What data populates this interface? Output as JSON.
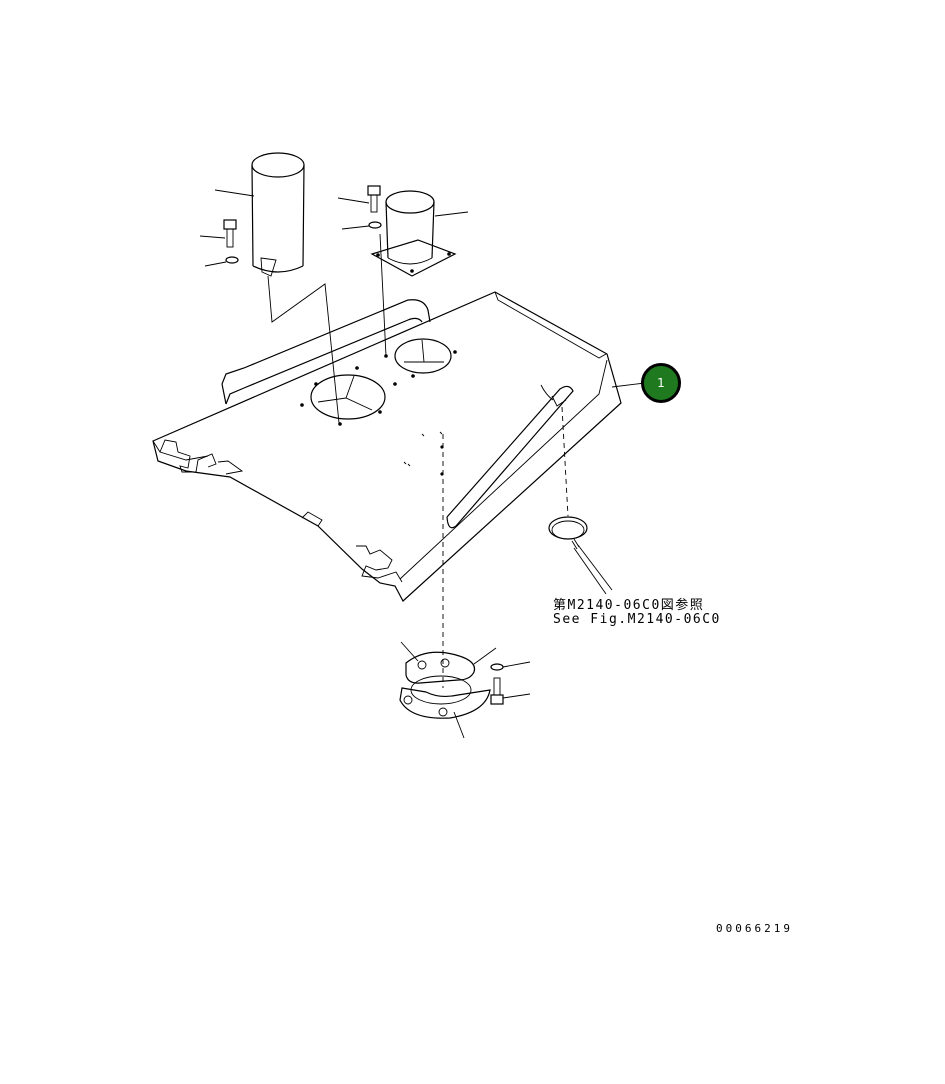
{
  "callout": {
    "number": "1",
    "color": "#1f7a1f"
  },
  "reference_note": {
    "line_ja": "第M2140-06C0図参照",
    "line_en": "See Fig.M2140-06C0"
  },
  "drawing_number": "00066219"
}
